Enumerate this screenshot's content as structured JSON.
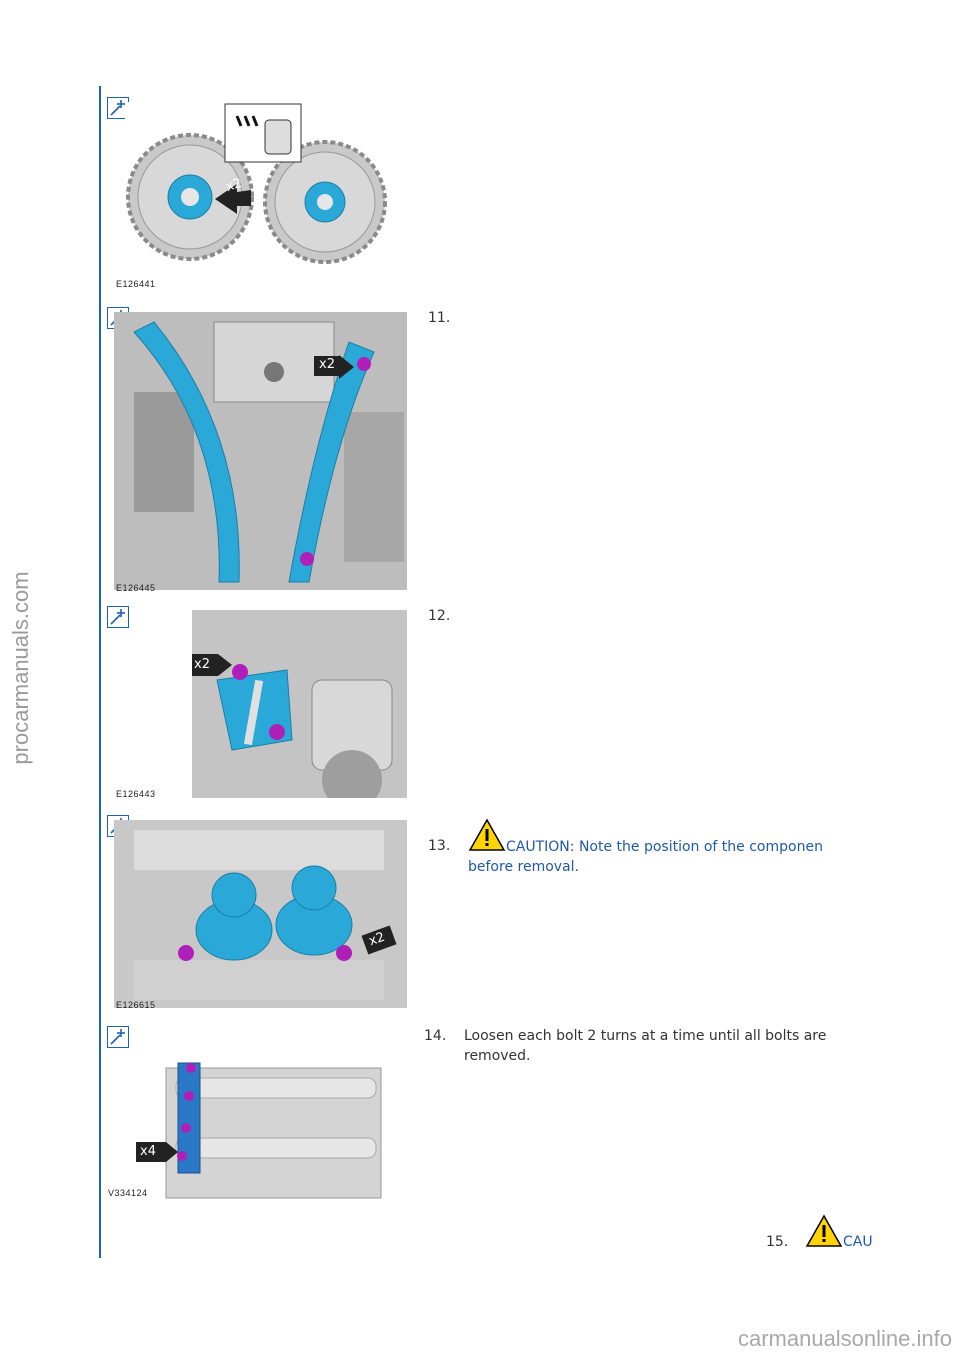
{
  "watermark_side": "procarmanuals.com",
  "footer_watermark": "carmanualsonline.info",
  "figures": [
    {
      "code": "E126441"
    },
    {
      "code": "E126445"
    },
    {
      "code": "E126443"
    },
    {
      "code": "E126615"
    },
    {
      "code": "V334124"
    }
  ],
  "callouts": {
    "fig1": "x2",
    "fig2": "x2",
    "fig3": "x2",
    "fig4": "x2",
    "fig5": "x4"
  },
  "steps": [
    {
      "number": "11."
    },
    {
      "number": "12."
    },
    {
      "number": "13.",
      "caution_line1": "CAUTION: Note the position of the componen",
      "caution_line2": "before removal."
    },
    {
      "number": "14.",
      "text_line1": "Loosen each bolt 2 turns at a time until all bolts are",
      "text_line2": "removed."
    },
    {
      "number": "15.",
      "caution_line1": "CAU"
    }
  ],
  "colors": {
    "accent": "#1e62b4",
    "part": "#2aa9d8",
    "bolt": "#b01fb8"
  },
  "icons": [
    "zoom-icon",
    "warning-icon"
  ]
}
